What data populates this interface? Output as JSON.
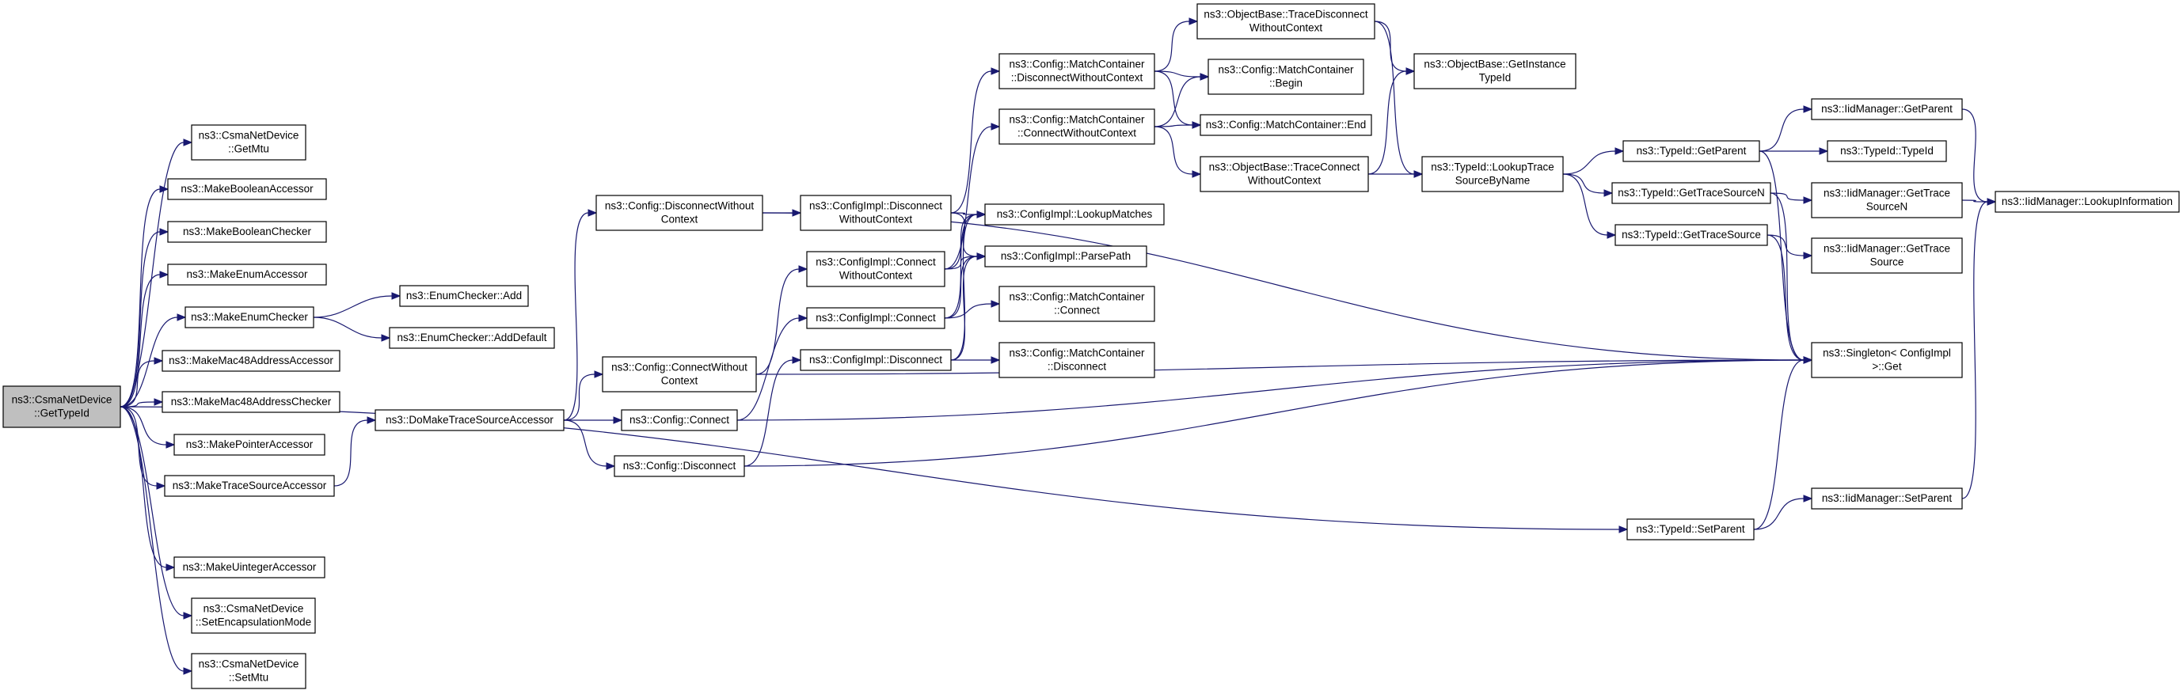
{
  "graph": {
    "direction": "left-to-right",
    "edge_color": "#191970",
    "node_fill": "#ffffff",
    "root_fill": "#bfbfbf",
    "nodes": [
      {
        "id": "root",
        "lines": [
          "ns3::CsmaNetDevice",
          "::GetTypeId"
        ],
        "root": true
      },
      {
        "id": "csmaGetMtu",
        "lines": [
          "ns3::CsmaNetDevice",
          "::GetMtu"
        ]
      },
      {
        "id": "mkBoolAcc",
        "lines": [
          "ns3::MakeBooleanAccessor"
        ]
      },
      {
        "id": "mkBoolChk",
        "lines": [
          "ns3::MakeBooleanChecker"
        ]
      },
      {
        "id": "mkEnumAcc",
        "lines": [
          "ns3::MakeEnumAccessor"
        ]
      },
      {
        "id": "mkEnumChk",
        "lines": [
          "ns3::MakeEnumChecker"
        ]
      },
      {
        "id": "mkMacAcc",
        "lines": [
          "ns3::MakeMac48AddressAccessor"
        ]
      },
      {
        "id": "mkMacChk",
        "lines": [
          "ns3::MakeMac48AddressChecker"
        ]
      },
      {
        "id": "mkPtrAcc",
        "lines": [
          "ns3::MakePointerAccessor"
        ]
      },
      {
        "id": "mkTraceAcc",
        "lines": [
          "ns3::MakeTraceSourceAccessor"
        ]
      },
      {
        "id": "mkUintAcc",
        "lines": [
          "ns3::MakeUintegerAccessor"
        ]
      },
      {
        "id": "csmaSetEncap",
        "lines": [
          "ns3::CsmaNetDevice",
          "::SetEncapsulationMode"
        ]
      },
      {
        "id": "csmaSetMtu",
        "lines": [
          "ns3::CsmaNetDevice",
          "::SetMtu"
        ]
      },
      {
        "id": "enumAdd",
        "lines": [
          "ns3::EnumChecker::Add"
        ]
      },
      {
        "id": "enumAddDef",
        "lines": [
          "ns3::EnumChecker::AddDefault"
        ]
      },
      {
        "id": "doMakeTrace",
        "lines": [
          "ns3::DoMakeTraceSourceAccessor"
        ]
      },
      {
        "id": "cfgDiscWoCtx",
        "lines": [
          "ns3::Config::DisconnectWithout",
          "Context"
        ]
      },
      {
        "id": "cfgConnWoCtx",
        "lines": [
          "ns3::Config::ConnectWithout",
          "Context"
        ]
      },
      {
        "id": "cfgConnect",
        "lines": [
          "ns3::Config::Connect"
        ]
      },
      {
        "id": "cfgDisconnect",
        "lines": [
          "ns3::Config::Disconnect"
        ]
      },
      {
        "id": "implDiscWoCtx",
        "lines": [
          "ns3::ConfigImpl::Disconnect",
          "WithoutContext"
        ]
      },
      {
        "id": "implConnWoCtx",
        "lines": [
          "ns3::ConfigImpl::Connect",
          "WithoutContext"
        ]
      },
      {
        "id": "implConnect",
        "lines": [
          "ns3::ConfigImpl::Connect"
        ]
      },
      {
        "id": "implDisconnect",
        "lines": [
          "ns3::ConfigImpl::Disconnect"
        ]
      },
      {
        "id": "mcDiscWoCtx",
        "lines": [
          "ns3::Config::MatchContainer",
          "::DisconnectWithoutContext"
        ]
      },
      {
        "id": "mcConnWoCtx",
        "lines": [
          "ns3::Config::MatchContainer",
          "::ConnectWithoutContext"
        ]
      },
      {
        "id": "implLookup",
        "lines": [
          "ns3::ConfigImpl::LookupMatches"
        ]
      },
      {
        "id": "implParse",
        "lines": [
          "ns3::ConfigImpl::ParsePath"
        ]
      },
      {
        "id": "mcConnect",
        "lines": [
          "ns3::Config::MatchContainer",
          "::Connect"
        ]
      },
      {
        "id": "mcDisconnect",
        "lines": [
          "ns3::Config::MatchContainer",
          "::Disconnect"
        ]
      },
      {
        "id": "obTraceDisc",
        "lines": [
          "ns3::ObjectBase::TraceDisconnect",
          "WithoutContext"
        ]
      },
      {
        "id": "mcBegin",
        "lines": [
          "ns3::Config::MatchContainer",
          "::Begin"
        ]
      },
      {
        "id": "mcEnd",
        "lines": [
          "ns3::Config::MatchContainer::End"
        ]
      },
      {
        "id": "obTraceConn",
        "lines": [
          "ns3::ObjectBase::TraceConnect",
          "WithoutContext"
        ]
      },
      {
        "id": "obGetInst",
        "lines": [
          "ns3::ObjectBase::GetInstance",
          "TypeId"
        ]
      },
      {
        "id": "tidLookup",
        "lines": [
          "ns3::TypeId::LookupTrace",
          "SourceByName"
        ]
      },
      {
        "id": "tidGetParent",
        "lines": [
          "ns3::TypeId::GetParent"
        ]
      },
      {
        "id": "tidGetTraceN",
        "lines": [
          "ns3::TypeId::GetTraceSourceN"
        ]
      },
      {
        "id": "tidGetTrace",
        "lines": [
          "ns3::TypeId::GetTraceSource"
        ]
      },
      {
        "id": "tidSetParent",
        "lines": [
          "ns3::TypeId::SetParent"
        ]
      },
      {
        "id": "iidGetParent",
        "lines": [
          "ns3::IidManager::GetParent"
        ]
      },
      {
        "id": "tidTypeId",
        "lines": [
          "ns3::TypeId::TypeId"
        ]
      },
      {
        "id": "iidGetTraceN",
        "lines": [
          "ns3::IidManager::GetTrace",
          "SourceN"
        ]
      },
      {
        "id": "iidGetTrace",
        "lines": [
          "ns3::IidManager::GetTrace",
          "Source"
        ]
      },
      {
        "id": "singletonGet",
        "lines": [
          "ns3::Singleton< ConfigImpl",
          " >::Get"
        ]
      },
      {
        "id": "iidSetParent",
        "lines": [
          "ns3::IidManager::SetParent"
        ]
      },
      {
        "id": "iidLookupInfo",
        "lines": [
          "ns3::IidManager::LookupInformation"
        ]
      }
    ],
    "edges": [
      [
        "root",
        "csmaGetMtu"
      ],
      [
        "root",
        "mkBoolAcc"
      ],
      [
        "root",
        "mkBoolChk"
      ],
      [
        "root",
        "mkEnumAcc"
      ],
      [
        "root",
        "mkEnumChk"
      ],
      [
        "root",
        "mkMacAcc"
      ],
      [
        "root",
        "mkMacChk"
      ],
      [
        "root",
        "mkPtrAcc"
      ],
      [
        "root",
        "mkTraceAcc"
      ],
      [
        "root",
        "mkUintAcc"
      ],
      [
        "root",
        "csmaSetEncap"
      ],
      [
        "root",
        "csmaSetMtu"
      ],
      [
        "root",
        "tidSetParent"
      ],
      [
        "mkEnumChk",
        "enumAdd"
      ],
      [
        "mkEnumChk",
        "enumAddDef"
      ],
      [
        "mkTraceAcc",
        "doMakeTrace"
      ],
      [
        "doMakeTrace",
        "cfgDiscWoCtx"
      ],
      [
        "doMakeTrace",
        "cfgConnWoCtx"
      ],
      [
        "doMakeTrace",
        "cfgConnect"
      ],
      [
        "doMakeTrace",
        "cfgDisconnect"
      ],
      [
        "cfgDiscWoCtx",
        "implDiscWoCtx"
      ],
      [
        "cfgDiscWoCtx",
        "singletonGet"
      ],
      [
        "cfgConnWoCtx",
        "implConnWoCtx"
      ],
      [
        "cfgConnWoCtx",
        "singletonGet"
      ],
      [
        "cfgConnect",
        "implConnect"
      ],
      [
        "cfgConnect",
        "singletonGet"
      ],
      [
        "cfgDisconnect",
        "implDisconnect"
      ],
      [
        "cfgDisconnect",
        "singletonGet"
      ],
      [
        "implDiscWoCtx",
        "mcDiscWoCtx"
      ],
      [
        "implDiscWoCtx",
        "implLookup"
      ],
      [
        "implDiscWoCtx",
        "implParse"
      ],
      [
        "implConnWoCtx",
        "mcConnWoCtx"
      ],
      [
        "implConnWoCtx",
        "implLookup"
      ],
      [
        "implConnWoCtx",
        "implParse"
      ],
      [
        "implConnect",
        "mcConnect"
      ],
      [
        "implConnect",
        "implLookup"
      ],
      [
        "implConnect",
        "implParse"
      ],
      [
        "implDisconnect",
        "mcDisconnect"
      ],
      [
        "implDisconnect",
        "implLookup"
      ],
      [
        "implDisconnect",
        "implParse"
      ],
      [
        "mcDiscWoCtx",
        "obTraceDisc"
      ],
      [
        "mcDiscWoCtx",
        "mcBegin"
      ],
      [
        "mcDiscWoCtx",
        "mcEnd"
      ],
      [
        "mcConnWoCtx",
        "mcBegin"
      ],
      [
        "mcConnWoCtx",
        "mcEnd"
      ],
      [
        "mcConnWoCtx",
        "obTraceConn"
      ],
      [
        "obTraceDisc",
        "obGetInst"
      ],
      [
        "obTraceDisc",
        "tidLookup"
      ],
      [
        "obTraceConn",
        "obGetInst"
      ],
      [
        "obTraceConn",
        "tidLookup"
      ],
      [
        "tidLookup",
        "tidGetParent"
      ],
      [
        "tidLookup",
        "tidGetTraceN"
      ],
      [
        "tidLookup",
        "tidGetTrace"
      ],
      [
        "tidGetParent",
        "iidGetParent"
      ],
      [
        "tidGetParent",
        "tidTypeId"
      ],
      [
        "tidGetParent",
        "singletonGet"
      ],
      [
        "tidGetTraceN",
        "iidGetTraceN"
      ],
      [
        "tidGetTraceN",
        "singletonGet"
      ],
      [
        "tidGetTrace",
        "iidGetTrace"
      ],
      [
        "tidGetTrace",
        "singletonGet"
      ],
      [
        "tidSetParent",
        "iidSetParent"
      ],
      [
        "tidSetParent",
        "singletonGet"
      ],
      [
        "iidGetParent",
        "iidLookupInfo"
      ],
      [
        "iidGetTraceN",
        "iidLookupInfo"
      ],
      [
        "iidSetParent",
        "iidLookupInfo"
      ]
    ]
  }
}
